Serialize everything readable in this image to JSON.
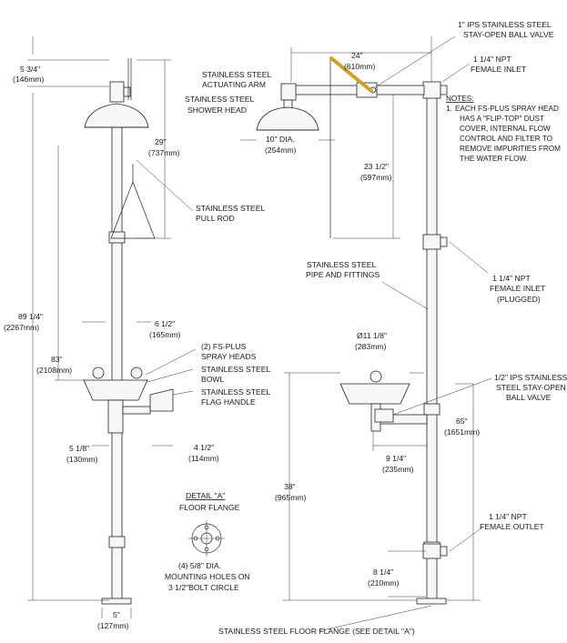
{
  "left_view": {
    "dims": {
      "top_offset": "5 3/4\"",
      "top_offset_mm": "(146mm)",
      "pullrod": "29\"",
      "pullrod_mm": "(737mm)",
      "overall": "89 1/4\"",
      "overall_mm": "(2267mm)",
      "bowl_height": "83\"",
      "bowl_height_mm": "(2108mm)",
      "bowl_offset": "6 1/2\"",
      "bowl_offset_mm": "(165mm)",
      "pipe_to_drain": "5 1/8\"",
      "pipe_to_drain_mm": "(130mm)",
      "handle_offset": "4 1/2\"",
      "handle_offset_mm": "(114mm)",
      "base": "5\"",
      "base_mm": "(127mm)"
    },
    "labels": {
      "pull_rod": [
        "STAINLESS STEEL",
        "PULL ROD"
      ],
      "spray_heads": [
        "(2) FS-PLUS",
        "SPRAY HEADS"
      ],
      "bowl": [
        "STAINLESS STEEL",
        "BOWL"
      ],
      "flag": [
        "STAINLESS STEEL",
        "FLAG HANDLE"
      ],
      "shower_head": [
        "STAINLESS STEEL",
        "SHOWER HEAD"
      ],
      "actuating_arm": [
        "STAINLESS STEEL",
        "ACTUATING ARM"
      ]
    }
  },
  "detail": {
    "title": "DETAIL \"A\"",
    "subtitle": "FLOOR FLANGE",
    "text": [
      "(4) 5/8\" DIA.",
      "MOUNTING HOLES ON",
      "3 1/2\"BOLT CIRCLE"
    ]
  },
  "right_view": {
    "dims": {
      "reach": "24\"",
      "reach_mm": "(610mm)",
      "head_dia": "10\" DIA.",
      "head_dia_mm": "(254mm)",
      "rod_drop": "23 1/2\"",
      "rod_drop_mm": "(597mm)",
      "bowl_dia": "Ø11 1/8\"",
      "bowl_dia_mm": "(283mm)",
      "height_65": "65\"",
      "height_65_mm": "(1651mm)",
      "bowl_reach": "9 1/4\"",
      "bowl_reach_mm": "(235mm)",
      "height_38": "38\"",
      "height_38_mm": "(965mm)",
      "outlet": "8 1/4\"",
      "outlet_mm": "(210mm)"
    },
    "labels": {
      "ball_valve_top": [
        "1\" IPS STAINLESS STEEL",
        "STAY-OPEN BALL VALVE"
      ],
      "inlet_top": [
        "1 1/4\" NPT",
        "FEMALE INLET"
      ],
      "pipe_fittings": [
        "STAINLESS STEEL",
        "PIPE AND FITTINGS"
      ],
      "inlet_plugged": [
        "1 1/4\" NPT",
        "FEMALE INLET",
        "(PLUGGED)"
      ],
      "ball_valve_bowl": [
        "1/2\" IPS STAINLESS",
        "STEEL STAY-OPEN",
        "BALL VALVE"
      ],
      "outlet": [
        "1 1/4\" NPT",
        "FEMALE OUTLET"
      ],
      "floor_flange": "STAINLESS STEEL FLOOR FLANGE (SEE DETAIL \"A\")"
    }
  },
  "notes": {
    "title": "NOTES:",
    "item_number": "1.",
    "lines": [
      "EACH FS-PLUS SPRAY HEAD",
      "HAS A \"FLIP-TOP\" DUST",
      "COVER, INTERNAL FLOW",
      "CONTROL AND FILTER TO",
      "REMOVE IMPURITIES FROM",
      "THE WATER FLOW."
    ]
  },
  "colors": {
    "line": "#222222",
    "actuating_arm": "#c9a227",
    "background": "#ffffff"
  }
}
